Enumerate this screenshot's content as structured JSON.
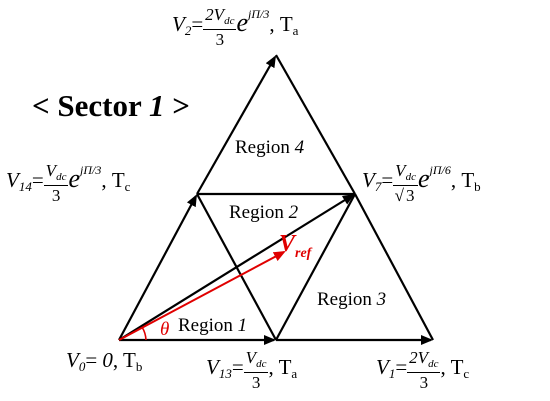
{
  "title": {
    "prefix": "< Sector ",
    "number": "1",
    "suffix": " >"
  },
  "regions": [
    {
      "word": "Region ",
      "num": "4"
    },
    {
      "word": "Region ",
      "num": "2"
    },
    {
      "word": "Region ",
      "num": "1"
    },
    {
      "word": "Region ",
      "num": "3"
    }
  ],
  "vref": {
    "letter": "V",
    "sub": "ref"
  },
  "theta": "θ",
  "vectors": {
    "v2": {
      "v": "V",
      "sub": "2",
      "num": "2V",
      "numsub": "dc",
      "den": "3",
      "exp": "jΠ/3",
      "t": "T",
      "tsub": "a"
    },
    "v14": {
      "v": "V",
      "sub": "14",
      "num": "V",
      "numsub": "dc",
      "den": "3",
      "exp": "jΠ/3",
      "t": "T",
      "tsub": "c"
    },
    "v7": {
      "v": "V",
      "sub": "7",
      "num": "V",
      "numsub": "dc",
      "den": "3",
      "exp": "jΠ/6",
      "t": "T",
      "tsub": "b"
    },
    "v0": {
      "v": "V",
      "sub": "0",
      "val": "0",
      "t": "T",
      "tsub": "b"
    },
    "v13": {
      "v": "V",
      "sub": "13",
      "num": "V",
      "numsub": "dc",
      "den": "3",
      "t": "T",
      "tsub": "a"
    },
    "v1": {
      "v": "V",
      "sub": "1",
      "num": "2V",
      "numsub": "dc",
      "den": "3",
      "t": "T",
      "tsub": "c"
    }
  },
  "colors": {
    "line": "#000000",
    "ref": "#e00000"
  }
}
